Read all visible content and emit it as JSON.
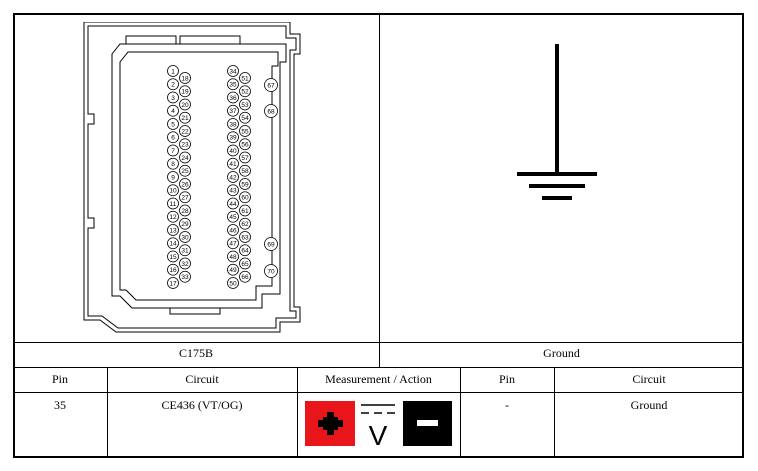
{
  "connector": {
    "name": "C175B",
    "pins_col1": [
      "1",
      "2",
      "3",
      "4",
      "5",
      "6",
      "7",
      "8",
      "9",
      "10",
      "11",
      "12",
      "13",
      "14",
      "15",
      "16",
      "17"
    ],
    "pins_col2": [
      "18",
      "19",
      "20",
      "21",
      "22",
      "23",
      "24",
      "25",
      "26",
      "27",
      "28",
      "29",
      "30",
      "31",
      "32",
      "33"
    ],
    "pins_col3": [
      "34",
      "35",
      "36",
      "37",
      "38",
      "39",
      "40",
      "41",
      "42",
      "43",
      "44",
      "45",
      "46",
      "47",
      "48",
      "49",
      "50"
    ],
    "pins_col4": [
      "51",
      "52",
      "53",
      "54",
      "55",
      "56",
      "57",
      "58",
      "59",
      "60",
      "61",
      "62",
      "63",
      "64",
      "65",
      "66"
    ],
    "pins_extra": [
      "67",
      "68",
      "69",
      "70"
    ]
  },
  "ground": {
    "name": "Ground",
    "icon": "ground-symbol-icon"
  },
  "table": {
    "headers": {
      "pin": "Pin",
      "circuit": "Circuit",
      "measurement": "Measurement / Action",
      "pin2": "Pin",
      "circuit2": "Circuit"
    },
    "rows": [
      {
        "pin": "35",
        "circuit": "CE436 (VT/OG)",
        "pin2": "-",
        "circuit2": "Ground"
      }
    ]
  },
  "meter": {
    "positive_icon": "plus-icon",
    "dc_voltage_icon": "dc-voltage-icon",
    "negative_icon": "minus-icon",
    "positive_color": "#e8151b",
    "negative_color": "#000000",
    "voltage_symbol": "V"
  }
}
